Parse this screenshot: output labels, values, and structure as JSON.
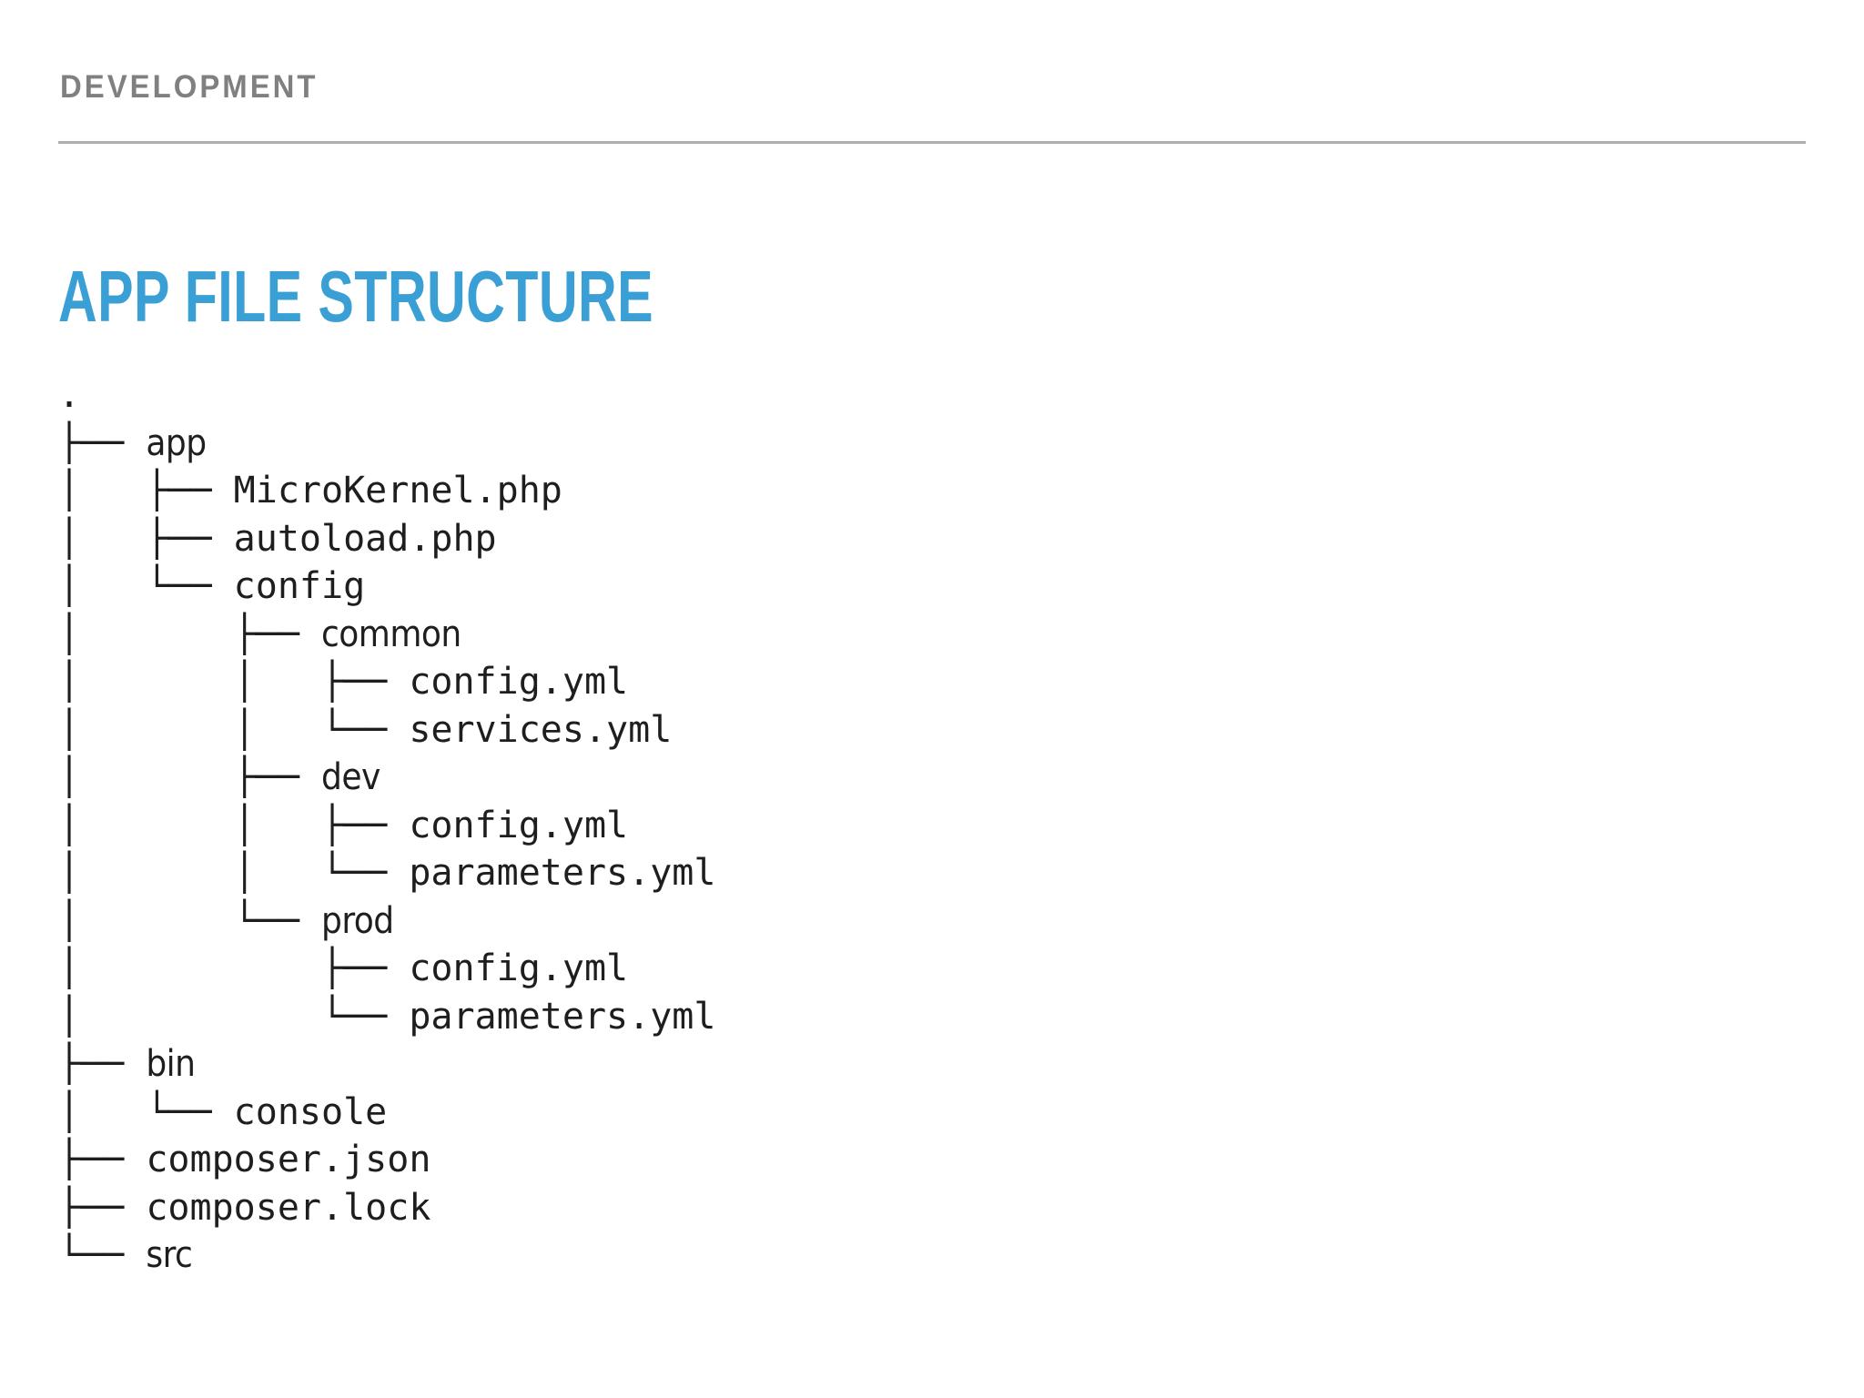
{
  "header": {
    "eyebrow": "DEVELOPMENT",
    "rule_color": "#b0b0b0",
    "eyebrow_color": "#808080"
  },
  "title": {
    "text": "APP FILE STRUCTURE",
    "color": "#3a9fd4"
  },
  "theme": {
    "background": "#ffffff",
    "text_color": "#1e1e1e",
    "accent": "#3a9fd4"
  },
  "tree": {
    "root": ".",
    "rows": [
      {
        "guide": ".",
        "name": "",
        "kind": "root"
      },
      {
        "guide": "├── ",
        "name": "app",
        "kind": "dir"
      },
      {
        "guide": "│   ├── ",
        "name": "MicroKernel.php",
        "kind": "file"
      },
      {
        "guide": "│   ├── ",
        "name": "autoload.php",
        "kind": "file"
      },
      {
        "guide": "│   └── ",
        "name": "config",
        "kind": "file"
      },
      {
        "guide": "│       ├── ",
        "name": "common",
        "kind": "dir"
      },
      {
        "guide": "│       │   ├── ",
        "name": "config.yml",
        "kind": "file"
      },
      {
        "guide": "│       │   └── ",
        "name": "services.yml",
        "kind": "file"
      },
      {
        "guide": "│       ├── ",
        "name": "dev",
        "kind": "dir"
      },
      {
        "guide": "│       │   ├── ",
        "name": "config.yml",
        "kind": "file"
      },
      {
        "guide": "│       │   └── ",
        "name": "parameters.yml",
        "kind": "file"
      },
      {
        "guide": "│       └── ",
        "name": "prod",
        "kind": "dir"
      },
      {
        "guide": "│           ├── ",
        "name": "config.yml",
        "kind": "file"
      },
      {
        "guide": "│           └── ",
        "name": "parameters.yml",
        "kind": "file"
      },
      {
        "guide": "├── ",
        "name": "bin",
        "kind": "dir"
      },
      {
        "guide": "│   └── ",
        "name": "console",
        "kind": "file"
      },
      {
        "guide": "├── ",
        "name": "composer.json",
        "kind": "file"
      },
      {
        "guide": "├── ",
        "name": "composer.lock",
        "kind": "file"
      },
      {
        "guide": "└── ",
        "name": "src",
        "kind": "dir"
      }
    ]
  }
}
